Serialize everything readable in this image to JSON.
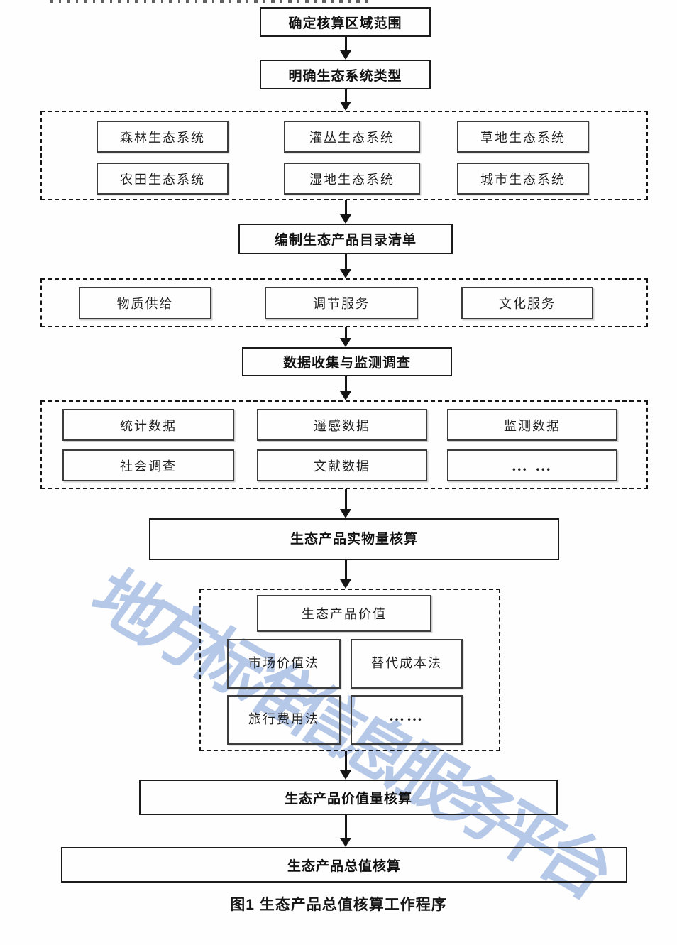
{
  "figure": {
    "caption": "图1 生态产品总值核算工作程序"
  },
  "watermark": {
    "text": "地方标准信息服务平台",
    "color": "#b6c8e8"
  },
  "flow": {
    "steps": [
      {
        "label": "确定核算区域范围"
      },
      {
        "label": "明确生态系统类型"
      },
      {
        "label": "编制生态产品目录清单"
      },
      {
        "label": "数据收集与监测调查"
      },
      {
        "label": "生态产品实物量核算"
      },
      {
        "label": "生态产品价值量核算"
      },
      {
        "label": "生态产品总值核算"
      }
    ],
    "ecosystem_types": [
      "森林生态系统",
      "灌丛生态系统",
      "草地生态系统",
      "农田生态系统",
      "湿地生态系统",
      "城市生态系统"
    ],
    "product_categories": [
      "物质供给",
      "调节服务",
      "文化服务"
    ],
    "data_sources": [
      "统计数据",
      "遥感数据",
      "监测数据",
      "社会调查",
      "文献数据",
      "… …"
    ],
    "valuation": {
      "header": "生态产品价值",
      "methods": [
        "市场价值法",
        "替代成本法",
        "旅行费用法",
        "……"
      ]
    }
  },
  "line_color": "#161616"
}
